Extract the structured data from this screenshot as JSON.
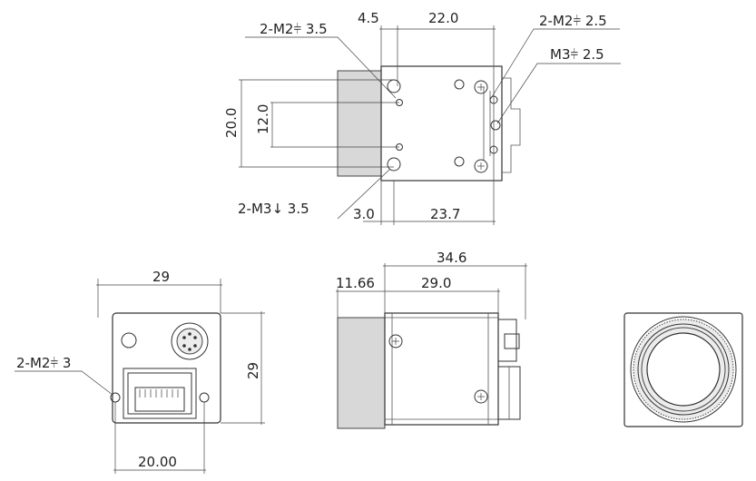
{
  "top_view": {
    "label_m2_35": "2-M2⫩ 3.5",
    "label_m2_25": "2-M2⫩ 2.5",
    "label_m3_25": "M3⫩ 2.5",
    "label_m3_35": "2-M3↓ 3.5",
    "dim_4_5": "4.5",
    "dim_22_0": "22.0",
    "dim_20_0": "20.0",
    "dim_12_0": "12.0",
    "dim_3_0": "3.0",
    "dim_23_7": "23.7"
  },
  "front_view": {
    "dim_width": "29",
    "dim_height": "29",
    "dim_20_00": "20.00",
    "label_m2_3": "2-M2⫩ 3"
  },
  "side_view": {
    "dim_34_6": "34.6",
    "dim_11_66": "11.66",
    "dim_29_0": "29.0"
  }
}
